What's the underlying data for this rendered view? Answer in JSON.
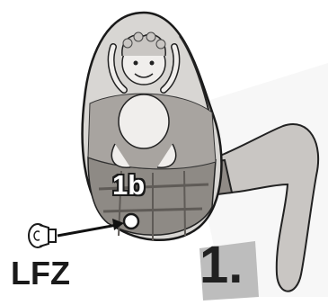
{
  "piece_label": "1b",
  "part_label": "LFZ",
  "step_number": "1."
}
